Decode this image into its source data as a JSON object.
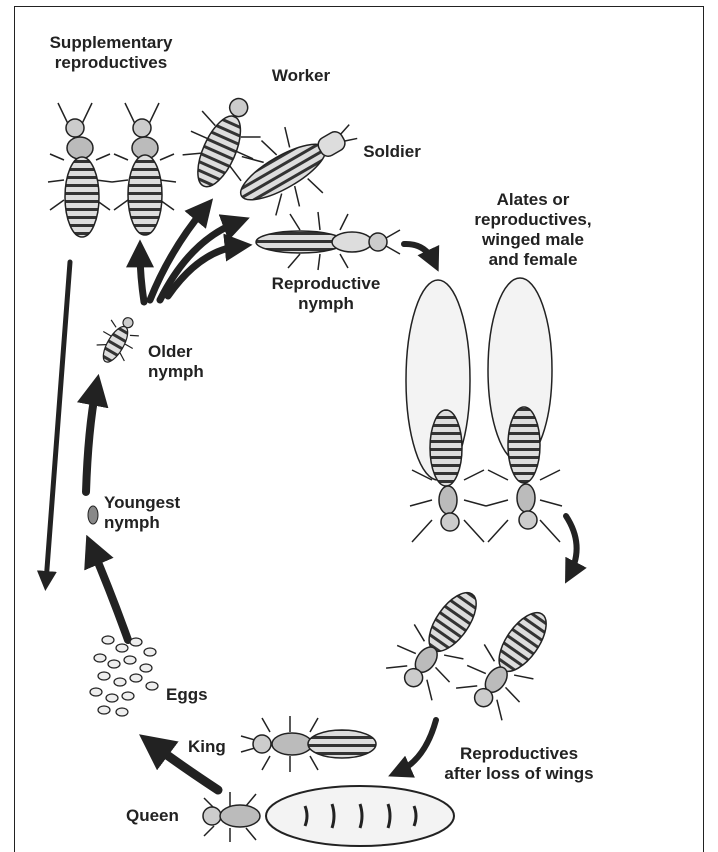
{
  "labels": {
    "supplementary": "Supplementary\nreproductives",
    "worker": "Worker",
    "soldier": "Soldier",
    "alates": "Alates or\nreproductives,\nwinged male\nand female",
    "repro_nymph": "Reproductive\nnymph",
    "older_nymph": "Older\nnymph",
    "youngest_nymph": "Youngest\nnymph",
    "eggs": "Eggs",
    "king": "King",
    "queen": "Queen",
    "after_loss": "Reproductives\nafter loss of wings"
  },
  "colors": {
    "ink": "#222222",
    "wing": "#f3f3f3",
    "body": "#c9c9c9"
  }
}
